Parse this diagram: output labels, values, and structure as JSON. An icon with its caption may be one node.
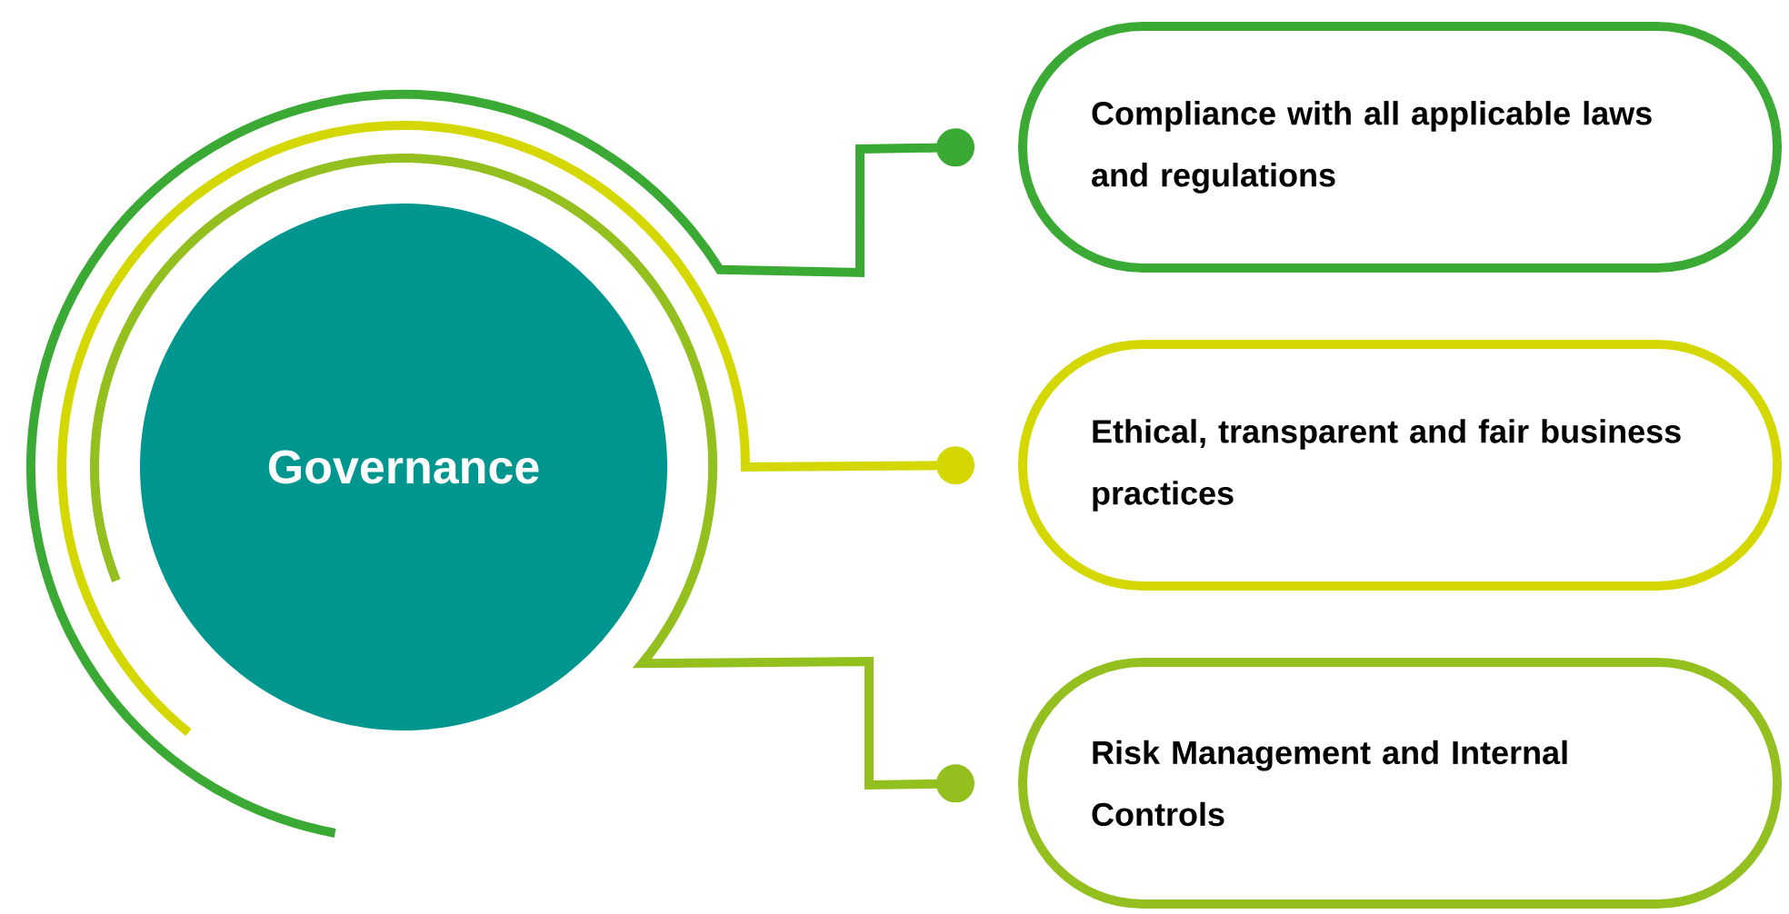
{
  "diagram": {
    "nodes": [
      {
        "text": [
          "Governance"
        ]
      },
      {
        "text": [
          "Compliance with all applicable laws and regulations"
        ]
      },
      {
        "text": [
          "Ethical, transparent and fair business practices"
        ]
      },
      {
        "text": [
          "Risk Management and Internal Controls"
        ]
      }
    ],
    "edges": [
      {
        "from": 0,
        "to": 1,
        "arrow": "other",
        "color": "#3aaa35"
      },
      {
        "from": 0,
        "to": 2,
        "arrow": "other",
        "color": "#d4d800"
      },
      {
        "from": 0,
        "to": 3,
        "arrow": "other",
        "color": "#93c01f"
      }
    ]
  }
}
